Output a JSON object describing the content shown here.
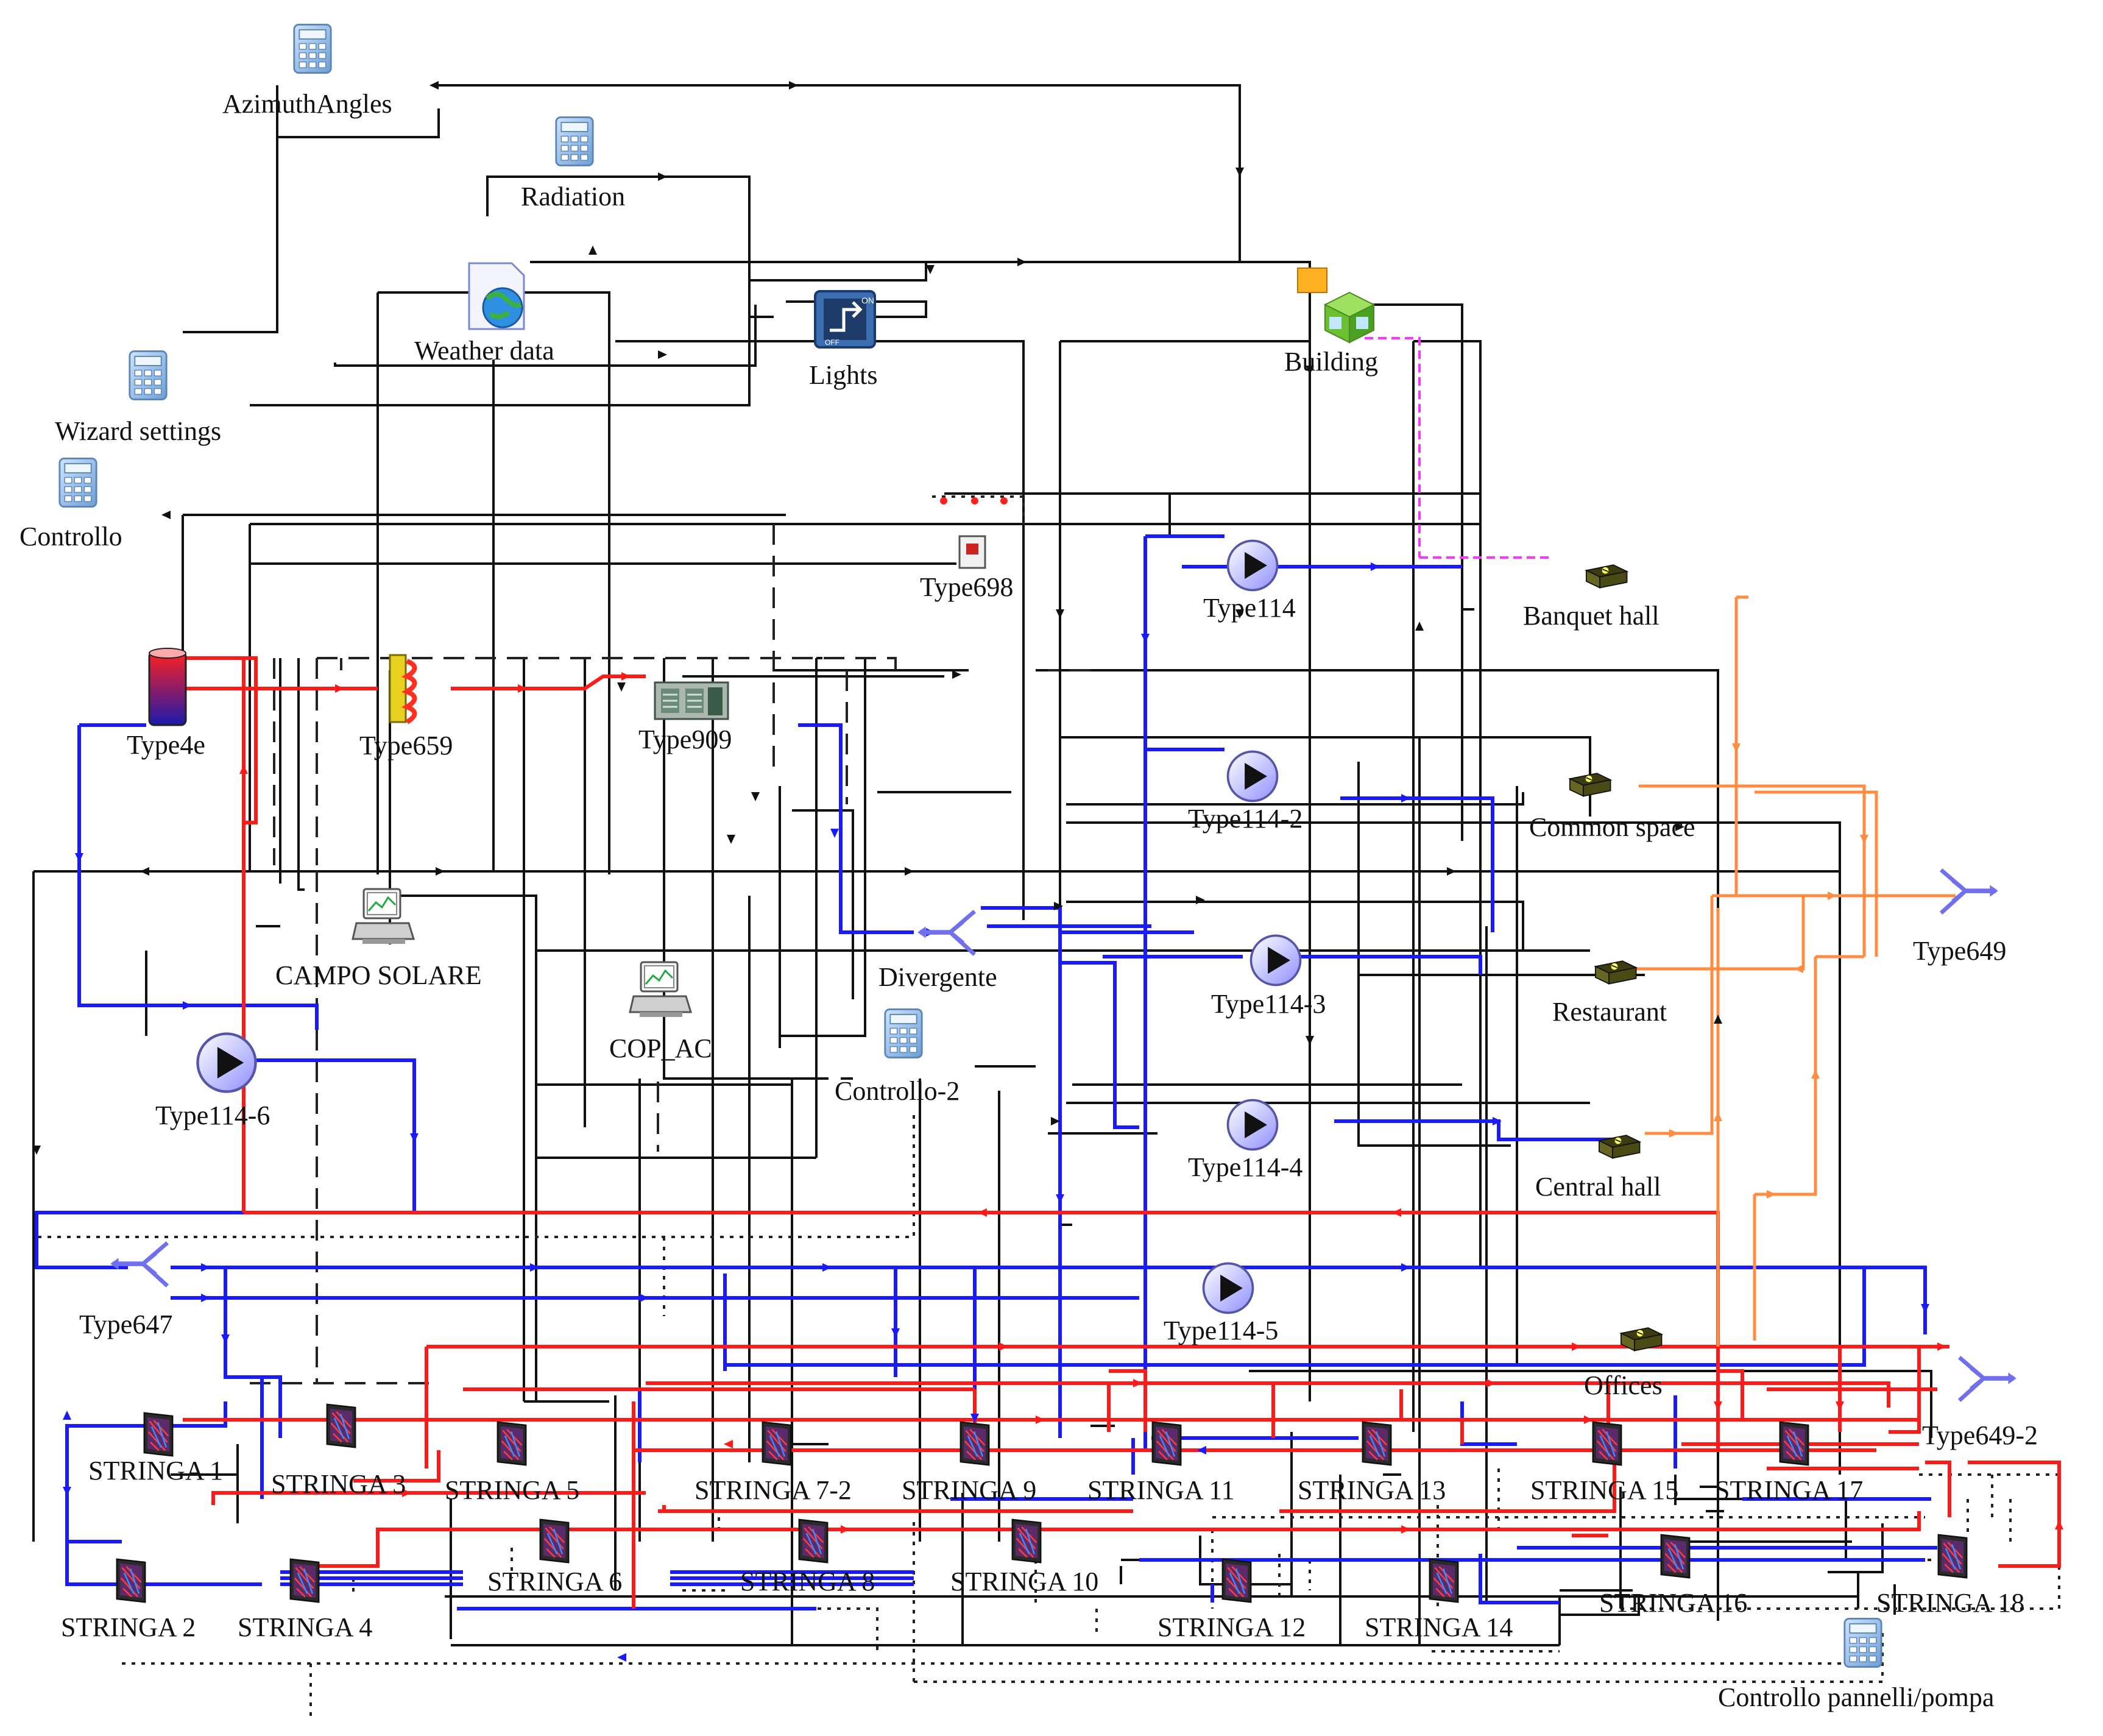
{
  "colors": {
    "control_wire": "#111111",
    "hot_water": "#ff1a1a",
    "cold_water": "#1a1aff",
    "heat_output": "#ff8c40",
    "building_link": "#ff33ff",
    "pump": "#8f8fff",
    "icon_blue": "#7ab0e8"
  },
  "components": [
    {
      "id": "azimuth",
      "label": "AzimuthAngles",
      "icon": "calculator-icon"
    },
    {
      "id": "radiation",
      "label": "Radiation",
      "icon": "calculator-icon"
    },
    {
      "id": "weather",
      "label": "Weather data",
      "icon": "weather-data-icon"
    },
    {
      "id": "lights",
      "label": "Lights",
      "icon": "on-off-switch-icon"
    },
    {
      "id": "building",
      "label": "Building",
      "icon": "building-icon"
    },
    {
      "id": "wizard",
      "label": "Wizard settings",
      "icon": "calculator-icon"
    },
    {
      "id": "controllo",
      "label": "Controllo",
      "icon": "calculator-icon"
    },
    {
      "id": "type698",
      "label": "Type698",
      "icon": "boiler-icon"
    },
    {
      "id": "type114",
      "label": "Type114",
      "icon": "pump-icon"
    },
    {
      "id": "banquet",
      "label": "Banquet hall",
      "icon": "radiator-zone-icon"
    },
    {
      "id": "type4e",
      "label": "Type4e",
      "icon": "storage-tank-icon"
    },
    {
      "id": "type659",
      "label": "Type659",
      "icon": "auxiliary-heater-icon"
    },
    {
      "id": "type909",
      "label": "Type909",
      "icon": "chiller-icon"
    },
    {
      "id": "type114_2",
      "label": "Type114-2",
      "icon": "pump-icon"
    },
    {
      "id": "common",
      "label": "Common space",
      "icon": "radiator-zone-icon"
    },
    {
      "id": "type649",
      "label": "Type649",
      "icon": "mixer-icon"
    },
    {
      "id": "campo",
      "label": "CAMPO SOLARE",
      "icon": "online-plotter-icon"
    },
    {
      "id": "divergente",
      "label": "Divergente",
      "icon": "diverter-icon"
    },
    {
      "id": "type114_3",
      "label": "Type114-3",
      "icon": "pump-icon"
    },
    {
      "id": "restaurant",
      "label": "Restaurant",
      "icon": "radiator-zone-icon"
    },
    {
      "id": "cop_ac",
      "label": "COP_AC",
      "icon": "online-plotter-icon"
    },
    {
      "id": "controllo2",
      "label": "Controllo-2",
      "icon": "calculator-icon"
    },
    {
      "id": "type114_6",
      "label": "Type114-6",
      "icon": "pump-icon"
    },
    {
      "id": "type114_4",
      "label": "Type114-4",
      "icon": "pump-icon"
    },
    {
      "id": "central",
      "label": "Central hall",
      "icon": "radiator-zone-icon"
    },
    {
      "id": "type647",
      "label": "Type647",
      "icon": "diverter-icon"
    },
    {
      "id": "type114_5",
      "label": "Type114-5",
      "icon": "pump-icon"
    },
    {
      "id": "offices",
      "label": "Offices",
      "icon": "radiator-zone-icon"
    },
    {
      "id": "type649_2",
      "label": "Type649-2",
      "icon": "mixer-icon"
    },
    {
      "id": "stringa1",
      "label": "STRINGA 1",
      "icon": "solar-collector-icon"
    },
    {
      "id": "stringa3",
      "label": "STRINGA 3",
      "icon": "solar-collector-icon"
    },
    {
      "id": "stringa5",
      "label": "STRINGA 5",
      "icon": "solar-collector-icon"
    },
    {
      "id": "stringa7_2",
      "label": "STRINGA 7-2",
      "icon": "solar-collector-icon"
    },
    {
      "id": "stringa9",
      "label": "STRINGA 9",
      "icon": "solar-collector-icon"
    },
    {
      "id": "stringa11",
      "label": "STRINGA 11",
      "icon": "solar-collector-icon"
    },
    {
      "id": "stringa13",
      "label": "STRINGA 13",
      "icon": "solar-collector-icon"
    },
    {
      "id": "stringa15",
      "label": "STRINGA 15",
      "icon": "solar-collector-icon"
    },
    {
      "id": "stringa17",
      "label": "STRINGA 17",
      "icon": "solar-collector-icon"
    },
    {
      "id": "stringa2",
      "label": "STRINGA 2",
      "icon": "solar-collector-icon"
    },
    {
      "id": "stringa4",
      "label": "STRINGA 4",
      "icon": "solar-collector-icon"
    },
    {
      "id": "stringa6",
      "label": "STRINGA 6",
      "icon": "solar-collector-icon"
    },
    {
      "id": "stringa8",
      "label": "STRINGA 8",
      "icon": "solar-collector-icon"
    },
    {
      "id": "stringa10",
      "label": "STRINGA 10",
      "icon": "solar-collector-icon"
    },
    {
      "id": "stringa12",
      "label": "STRINGA 12",
      "icon": "solar-collector-icon"
    },
    {
      "id": "stringa14",
      "label": "STRINGA 14",
      "icon": "solar-collector-icon"
    },
    {
      "id": "stringa16",
      "label": "STRINGA 16",
      "icon": "solar-collector-icon"
    },
    {
      "id": "stringa18",
      "label": "STRINGA 18",
      "icon": "solar-collector-icon"
    },
    {
      "id": "controllo_pp",
      "label": "Controllo pannelli/pompa",
      "icon": "calculator-icon"
    }
  ]
}
